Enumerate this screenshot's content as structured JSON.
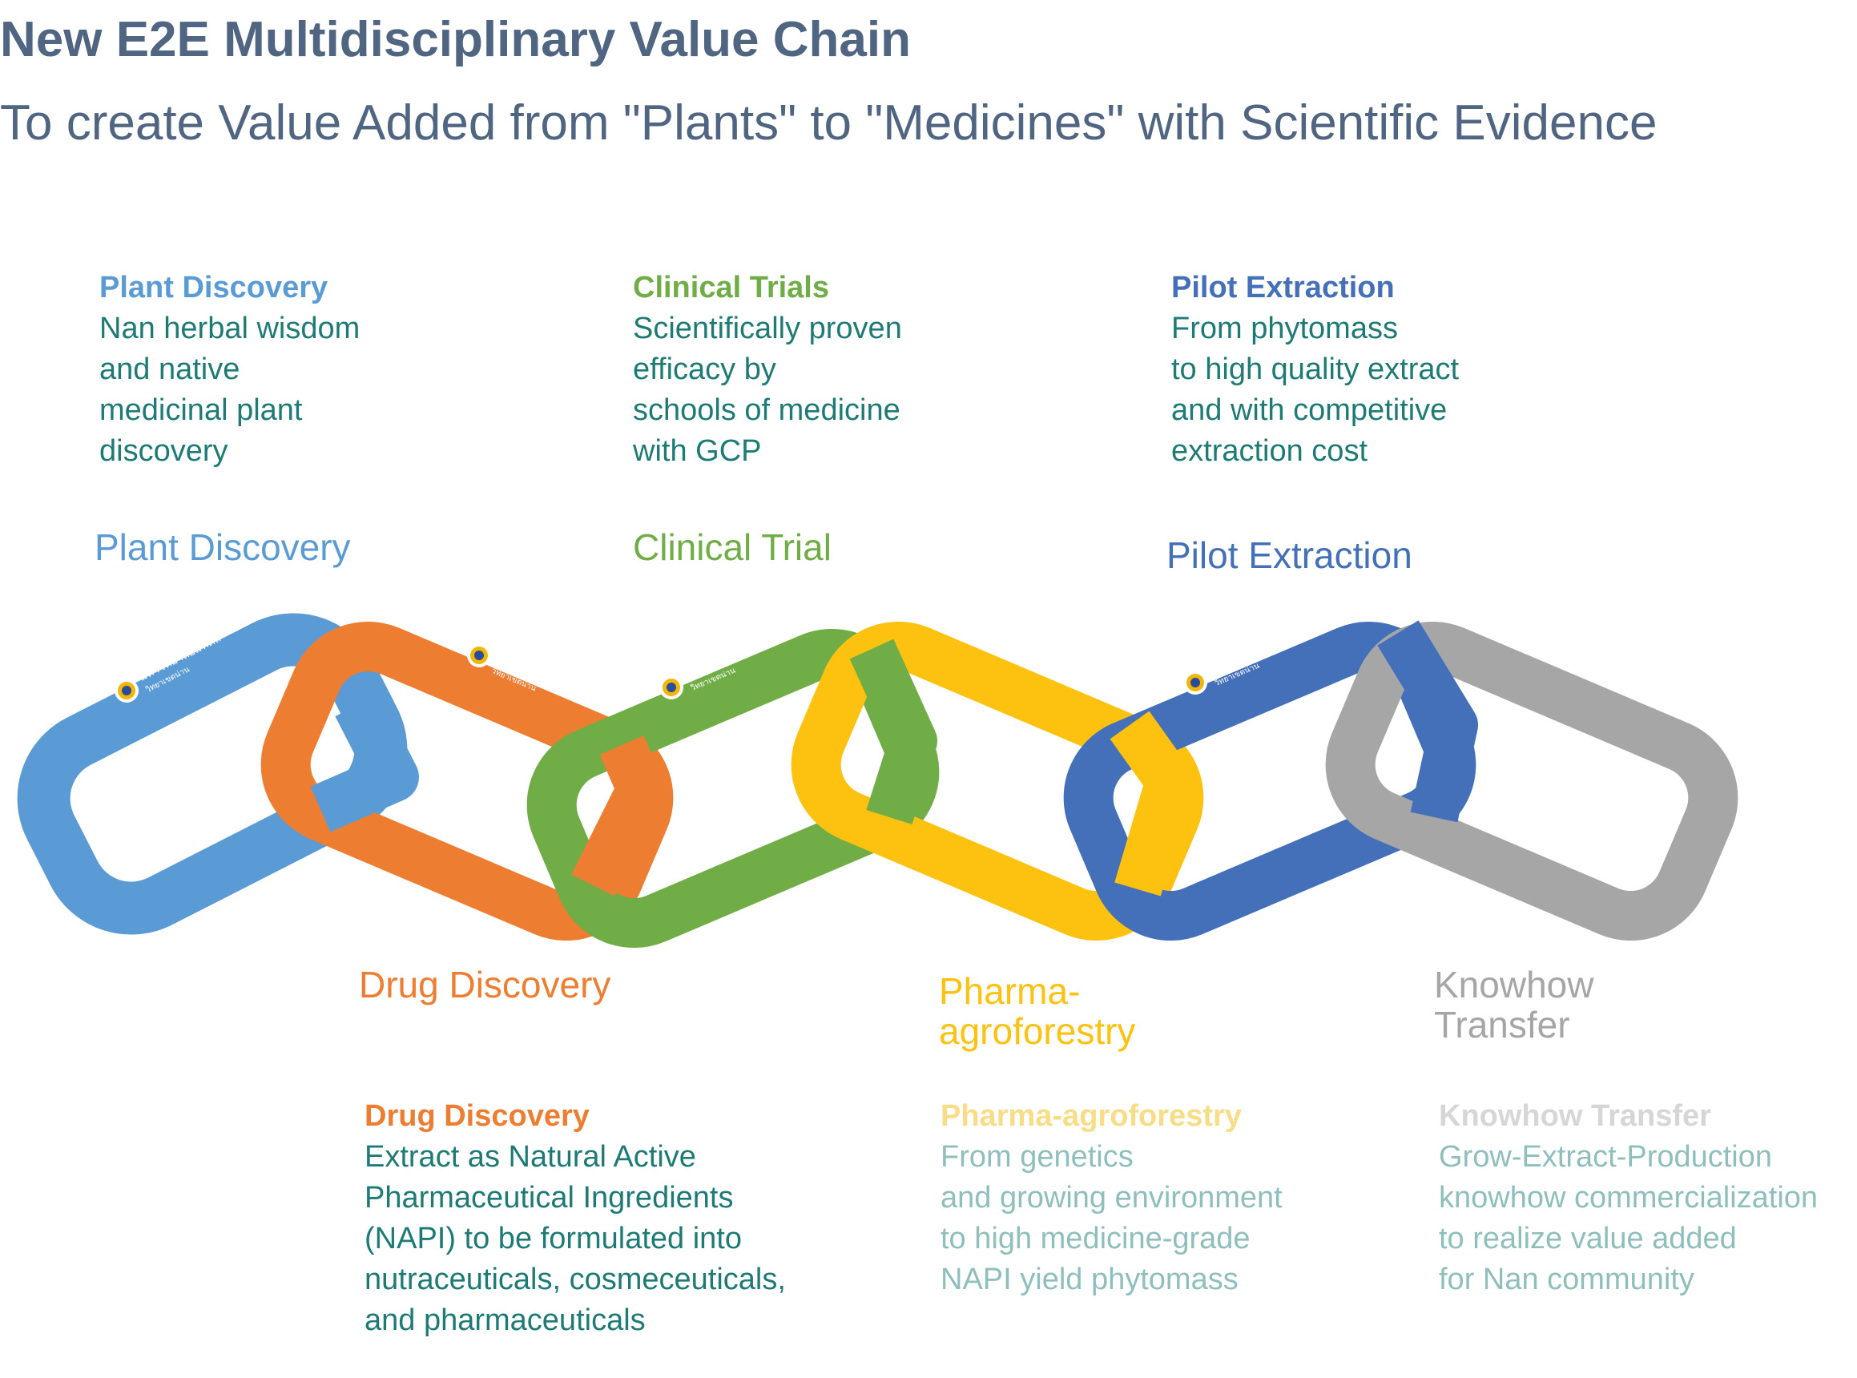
{
  "header": {
    "title": "New E2E Multidisciplinary Value Chain",
    "subtitle": "To create Value Added from \"Plants\" to \"Medicines\" with Scientific Evidence"
  },
  "colors": {
    "title": "#4f6581",
    "body_text": "#1e7a74",
    "faded_text": "#8fbfbc",
    "plant": "#5b9bd5",
    "drug": "#ed7d31",
    "clinical": "#70ad47",
    "pharma": "#fdc210",
    "pilot": "#4470b9",
    "knowhow": "#a6a6a6",
    "pharma_head_faded": "#f8dd86",
    "knowhow_head_faded": "#d6d6d6"
  },
  "descriptions": {
    "plant": {
      "heading": "Plant Discovery",
      "lines": [
        "Nan herbal wisdom",
        "and native",
        "medicinal plant",
        "discovery"
      ]
    },
    "clinical": {
      "heading": "Clinical Trials",
      "lines": [
        "Scientifically proven",
        "efficacy by",
        "schools of medicine",
        "with GCP"
      ]
    },
    "pilot": {
      "heading": "Pilot Extraction",
      "lines": [
        "From phytomass",
        "to high quality extract",
        "and with competitive",
        "extraction cost"
      ]
    },
    "drug": {
      "heading": "Drug Discovery",
      "lines": [
        "Extract as Natural Active",
        "Pharmaceutical Ingredients",
        "(NAPI) to be formulated into",
        "nutraceuticals, cosmeceuticals,",
        "and pharmaceuticals"
      ]
    },
    "pharma": {
      "heading": "Pharma-agroforestry",
      "lines": [
        "From genetics",
        "and growing environment",
        "to high medicine-grade",
        "NAPI yield phytomass"
      ]
    },
    "knowhow": {
      "heading": "Knowhow Transfer",
      "lines": [
        "Grow-Extract-Production",
        "knowhow commercialization",
        "to realize value added",
        "for Nan community"
      ]
    }
  },
  "chain_labels": {
    "plant": "Plant Discovery",
    "clinical": "Clinical Trial",
    "pilot": "Pilot Extraction",
    "drug": "Drug Discovery",
    "pharma_line1": "Pharma-",
    "pharma_line2": "agroforestry",
    "knowhow_line1": "Knowhow",
    "knowhow_line2": "Transfer"
  },
  "link_logo": {
    "line1": "มหาวิทยาลัยมหิดล",
    "line2": "วิทยาเขตน่าน"
  }
}
